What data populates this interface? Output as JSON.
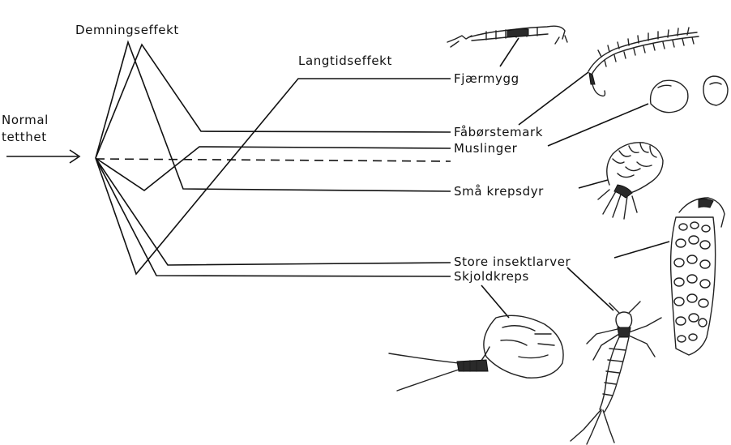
{
  "diagram": {
    "annotations": {
      "normal": [
        "Normal",
        "tetthet"
      ],
      "dam_effect": "Demningseffekt",
      "long_term": "Langtidseffekt"
    },
    "groups": [
      {
        "key": "fjaermygg",
        "label": "Fjærmygg",
        "icon": "midge-larva-icon"
      },
      {
        "key": "faborstemark",
        "label": "Fåbørstemark",
        "icon": "oligochaete-worm-icon"
      },
      {
        "key": "muslinger",
        "label": "Muslinger",
        "icon": "mussel-shells-icon"
      },
      {
        "key": "sma_krepsdyr",
        "label": "Små krepsdyr",
        "icon": "amphipod-crustacean-icon"
      },
      {
        "key": "store_insektlarver",
        "label": "Store insektlarver",
        "icon": "caddisfly-larva-icon"
      },
      {
        "key": "skjoldkreps",
        "label": "Skjoldkreps",
        "icon": "tadpole-shrimp-icon"
      }
    ],
    "extra_icons": [
      "mayfly-nymph-icon"
    ]
  }
}
